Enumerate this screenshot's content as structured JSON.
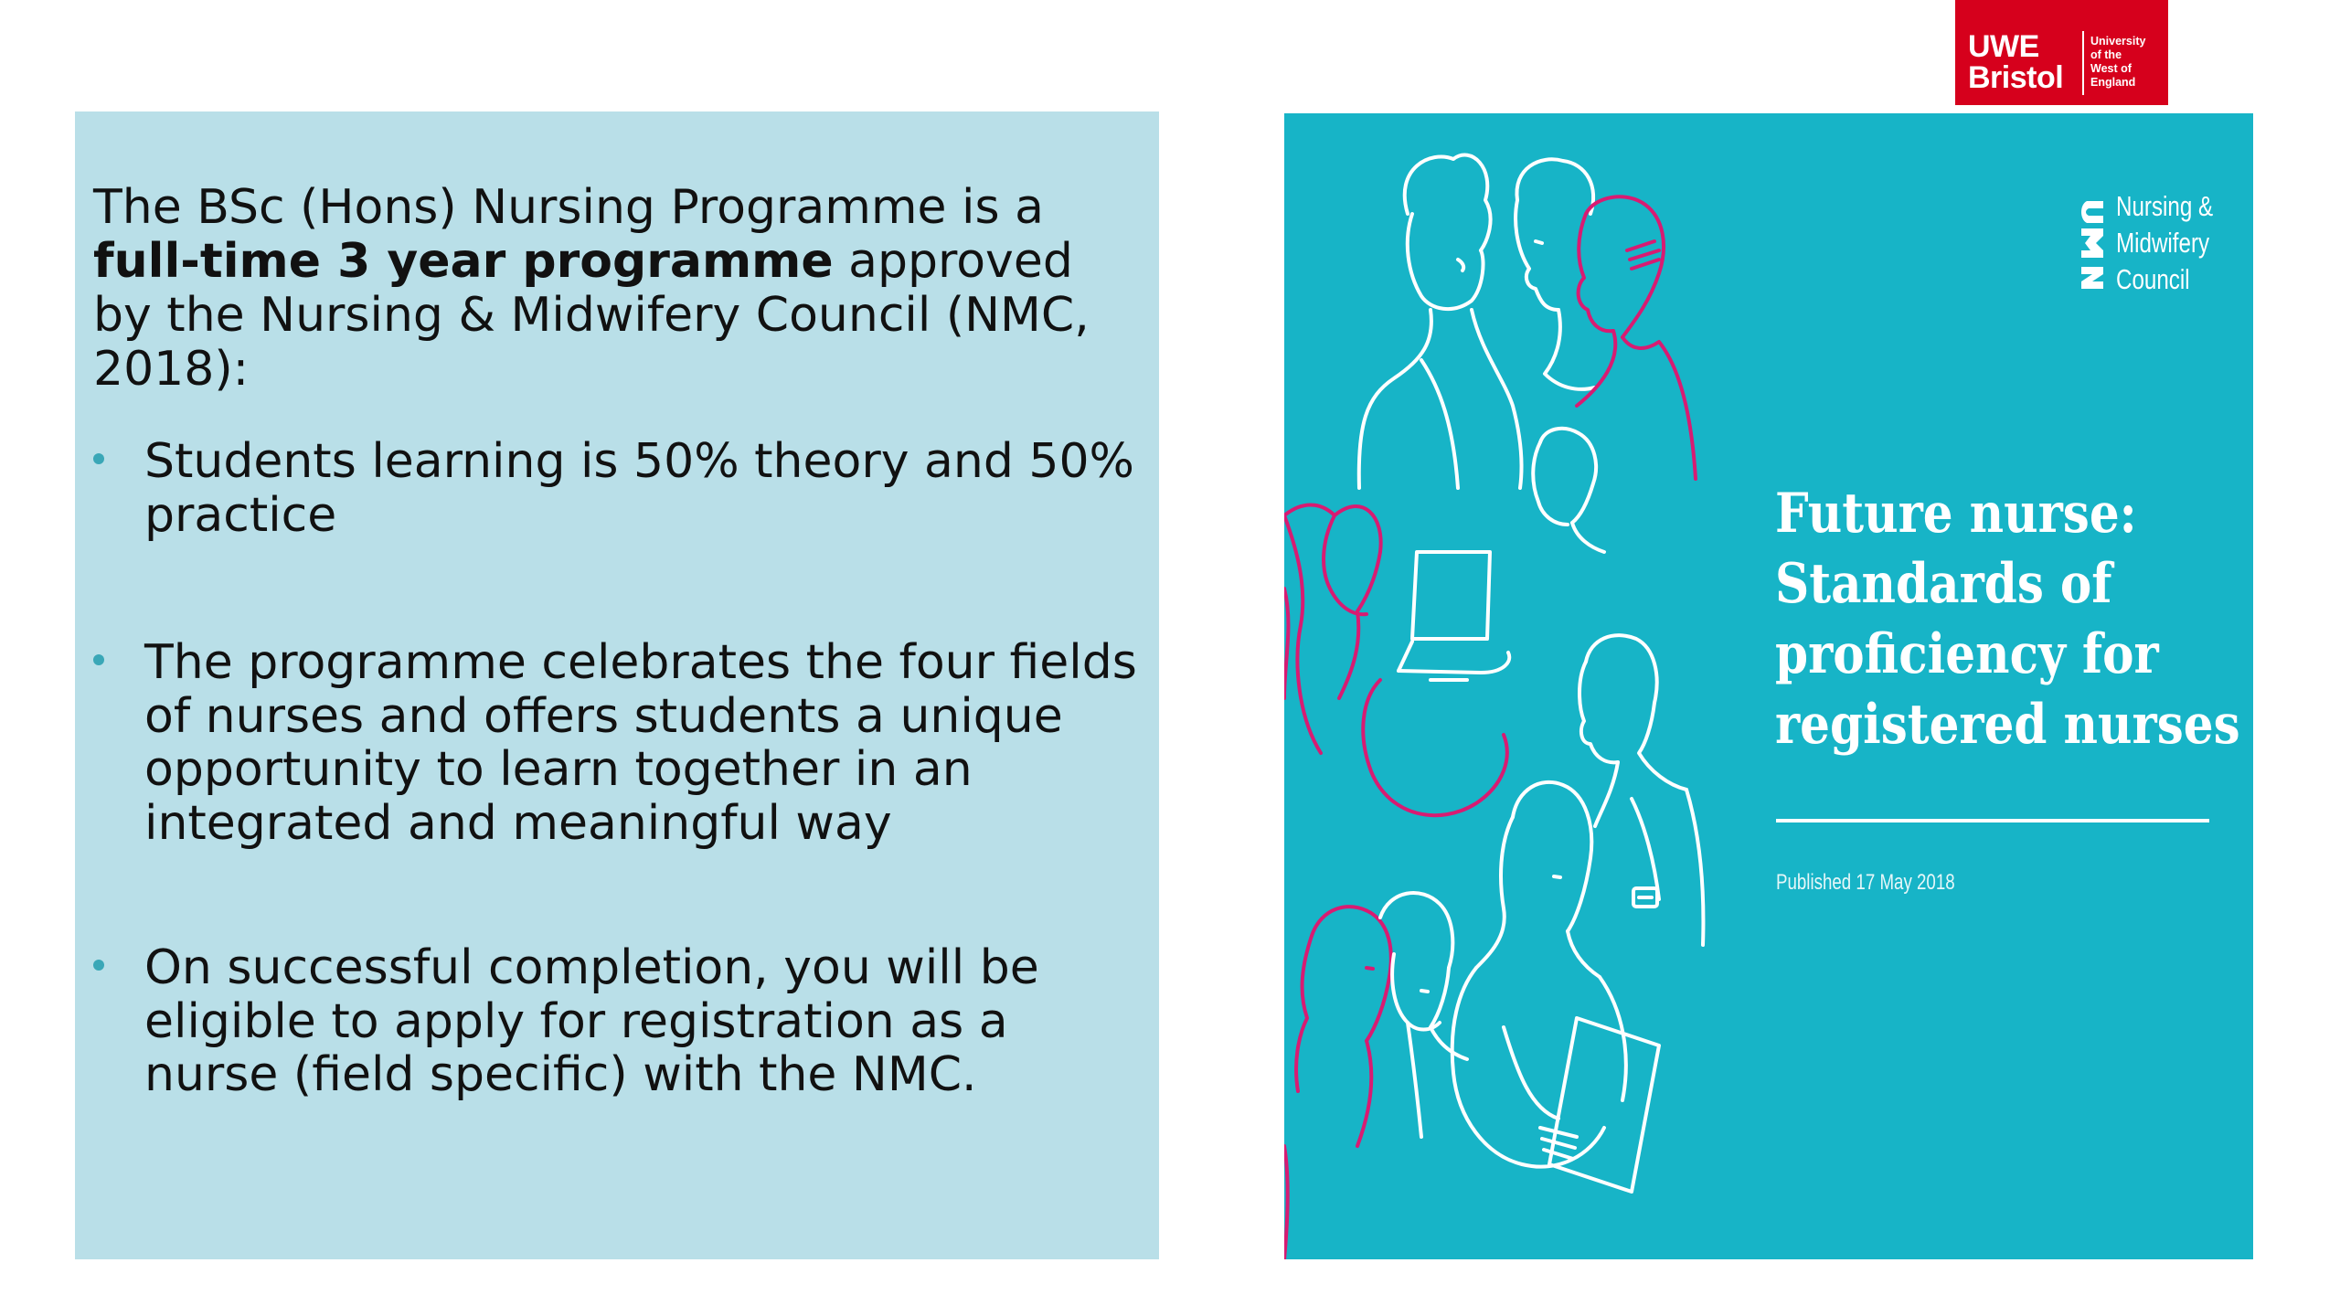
{
  "logo": {
    "line1": "UWE",
    "line2": "Bristol",
    "sub1": "University",
    "sub2": "of the",
    "sub3": "West of",
    "sub4": "England"
  },
  "intro": {
    "part1": "The BSc (Hons) Nursing Programme is a ",
    "bold": "full-time 3 year programme",
    "part2": " approved by the Nursing & Midwifery Council (NMC, 2018):"
  },
  "bullets": [
    "Students learning is 50% theory and 50% practice",
    "The programme celebrates the four fields of nurses and offers students a unique opportunity to learn together in an integrated and meaningful way",
    "On successful completion, you will be eligible to apply for registration as a nurse (field specific) with the NMC."
  ],
  "cover": {
    "nmc_line1": "Nursing &",
    "nmc_line2": "Midwifery",
    "nmc_line3": "Council",
    "title_line1": "Future nurse:",
    "title_line2": "Standards of",
    "title_line3": "proficiency for",
    "title_line4": "registered nurses",
    "published": "Published 17 May 2018"
  },
  "colors": {
    "panel_bg": "#b9dfe8",
    "cover_bg": "#17b4c7",
    "logo_red": "#d6001c",
    "bullet": "#3aa7b7",
    "line_pink": "#d81b72"
  }
}
